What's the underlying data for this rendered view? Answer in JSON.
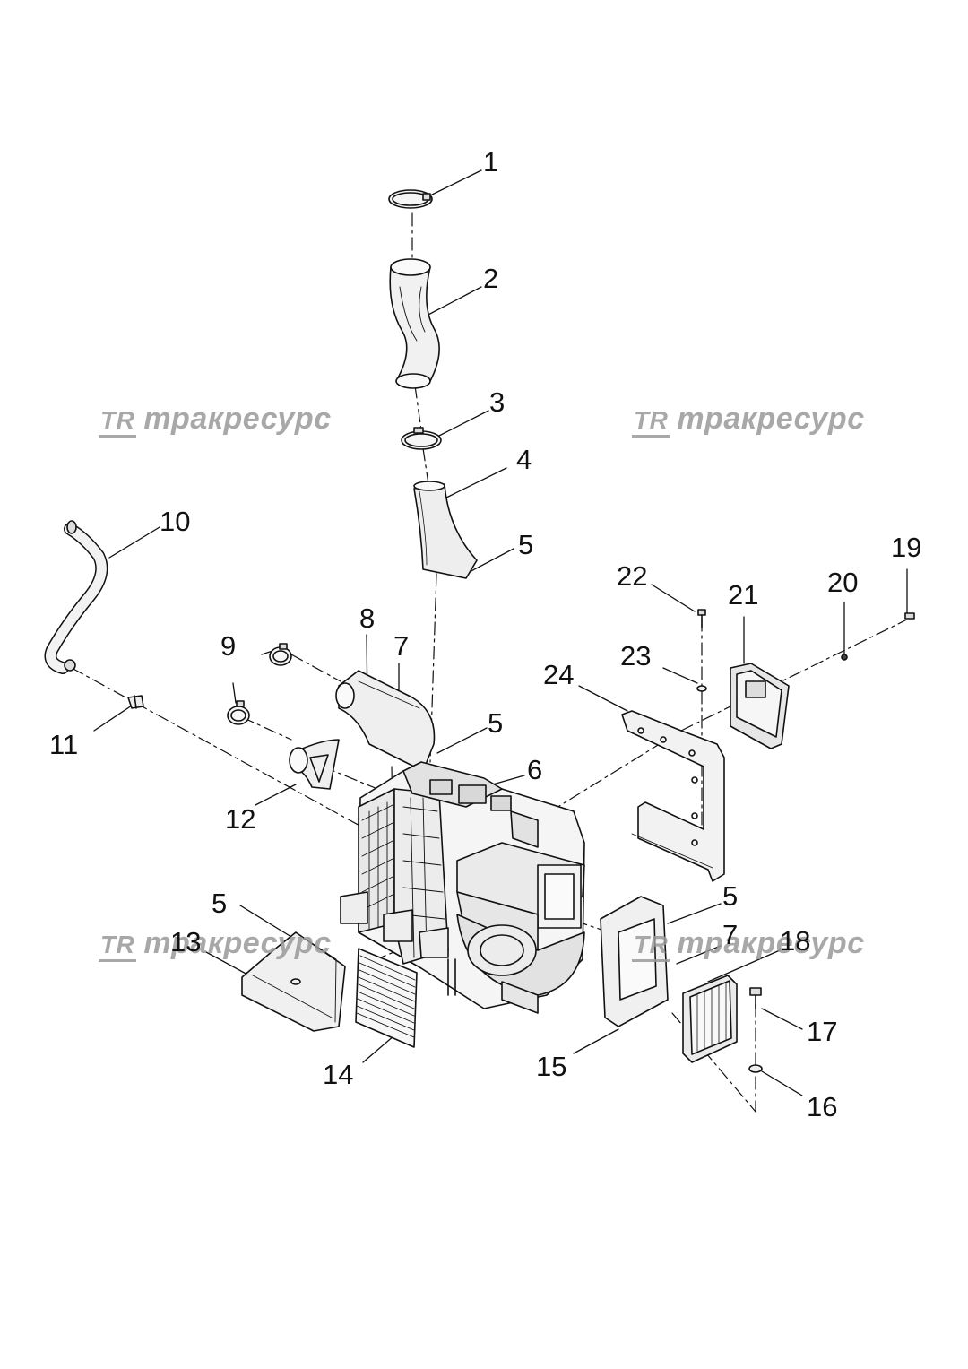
{
  "callouts": [
    {
      "id": "c1",
      "label": "1"
    },
    {
      "id": "c2",
      "label": "2"
    },
    {
      "id": "c3",
      "label": "3"
    },
    {
      "id": "c4",
      "label": "4"
    },
    {
      "id": "c5a",
      "label": "5"
    },
    {
      "id": "c5b",
      "label": "5"
    },
    {
      "id": "c5c",
      "label": "5"
    },
    {
      "id": "c5d",
      "label": "5"
    },
    {
      "id": "c6",
      "label": "6"
    },
    {
      "id": "c7a",
      "label": "7"
    },
    {
      "id": "c7b",
      "label": "7"
    },
    {
      "id": "c8",
      "label": "8"
    },
    {
      "id": "c9a",
      "label": "9"
    },
    {
      "id": "c10",
      "label": "10"
    },
    {
      "id": "c11",
      "label": "11"
    },
    {
      "id": "c12",
      "label": "12"
    },
    {
      "id": "c13",
      "label": "13"
    },
    {
      "id": "c14",
      "label": "14"
    },
    {
      "id": "c15",
      "label": "15"
    },
    {
      "id": "c16",
      "label": "16"
    },
    {
      "id": "c17",
      "label": "17"
    },
    {
      "id": "c18",
      "label": "18"
    },
    {
      "id": "c19",
      "label": "19"
    },
    {
      "id": "c20",
      "label": "20"
    },
    {
      "id": "c21",
      "label": "21"
    },
    {
      "id": "c22",
      "label": "22"
    },
    {
      "id": "c23",
      "label": "23"
    },
    {
      "id": "c24",
      "label": "24"
    }
  ],
  "watermark": {
    "logo": "TR",
    "text": "тракресурс",
    "color": "#9a9a9a"
  },
  "colors": {
    "line": "#111111",
    "part_fill": "#f4f4f4",
    "part_shade": "#d8d8d8"
  }
}
